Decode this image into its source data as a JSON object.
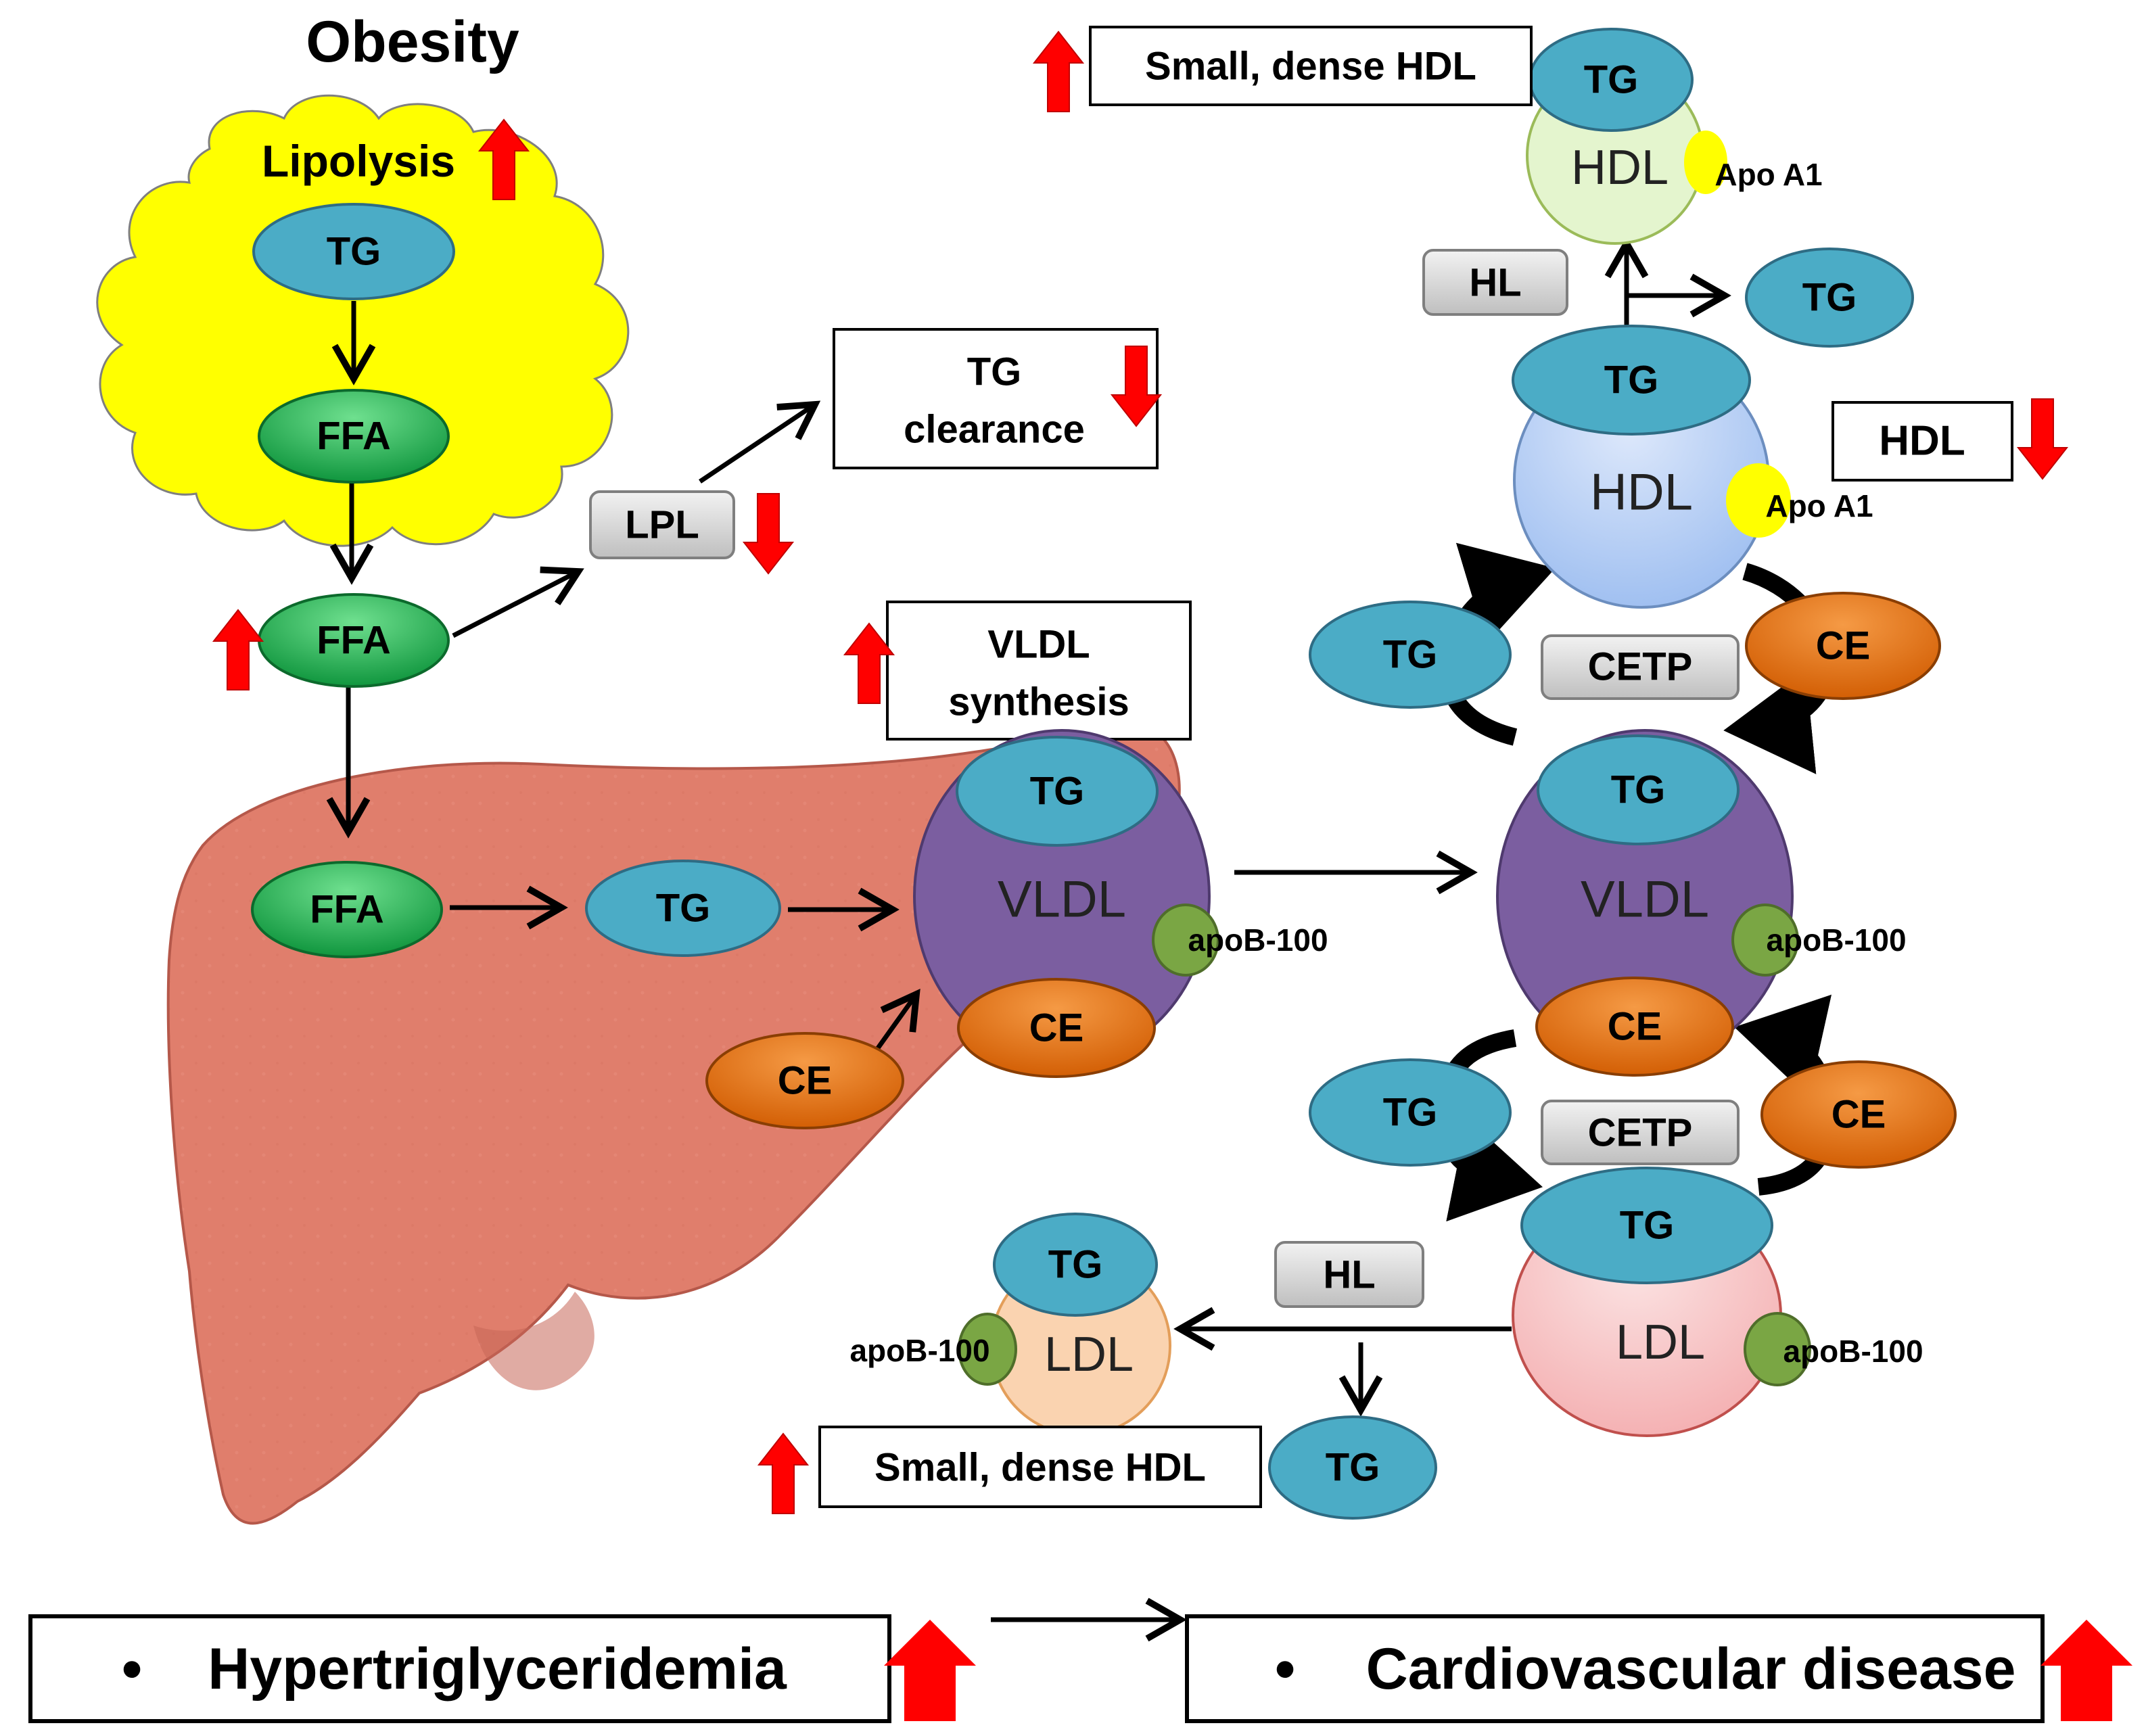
{
  "obesity": {
    "title": "Obesity",
    "lipolysis": "Lipolysis"
  },
  "molecules": {
    "tg": "TG",
    "ffa": "FFA",
    "ce": "CE",
    "apob100": "apoB-100",
    "apoa1": "Apo A1",
    "vldl": "VLDL",
    "hdl": "HDL",
    "ldl": "LDL",
    "apob_100_split": "apoB-100"
  },
  "enzymes": {
    "lpl": "LPL",
    "hl": "HL",
    "cetp": "CETP"
  },
  "boxes": {
    "tg_clearance_line1": "TG",
    "tg_clearance_line2": "clearance",
    "vldl_synthesis_line1": "VLDL",
    "vldl_synthesis_line2": "synthesis",
    "small_dense_hdl": "Small, dense HDL",
    "hdl": "HDL"
  },
  "outcomes": {
    "hypertriglyceridemia": "Hypertriglyceridemia",
    "cardiovascular_disease": "Cardiovascular  disease",
    "bullet": "•"
  },
  "colors": {
    "cloud": "#FFFF00",
    "tg": "#4BACC6",
    "ffa": "#1BAF4F",
    "ce": "#E36C09",
    "vldl": "#7B5EA0",
    "apob": "#7AA644",
    "hdl_large": "#A9C7F5",
    "hdl_small": "#E4F5CE",
    "ldl_large": "#F8C0C0",
    "ldl_small": "#FAD3B0",
    "apoa1": "#FFFF00",
    "liver": "#E07E6C",
    "increase_arrow": "#FF0000",
    "enzyme_box": "#D9D9D9"
  }
}
